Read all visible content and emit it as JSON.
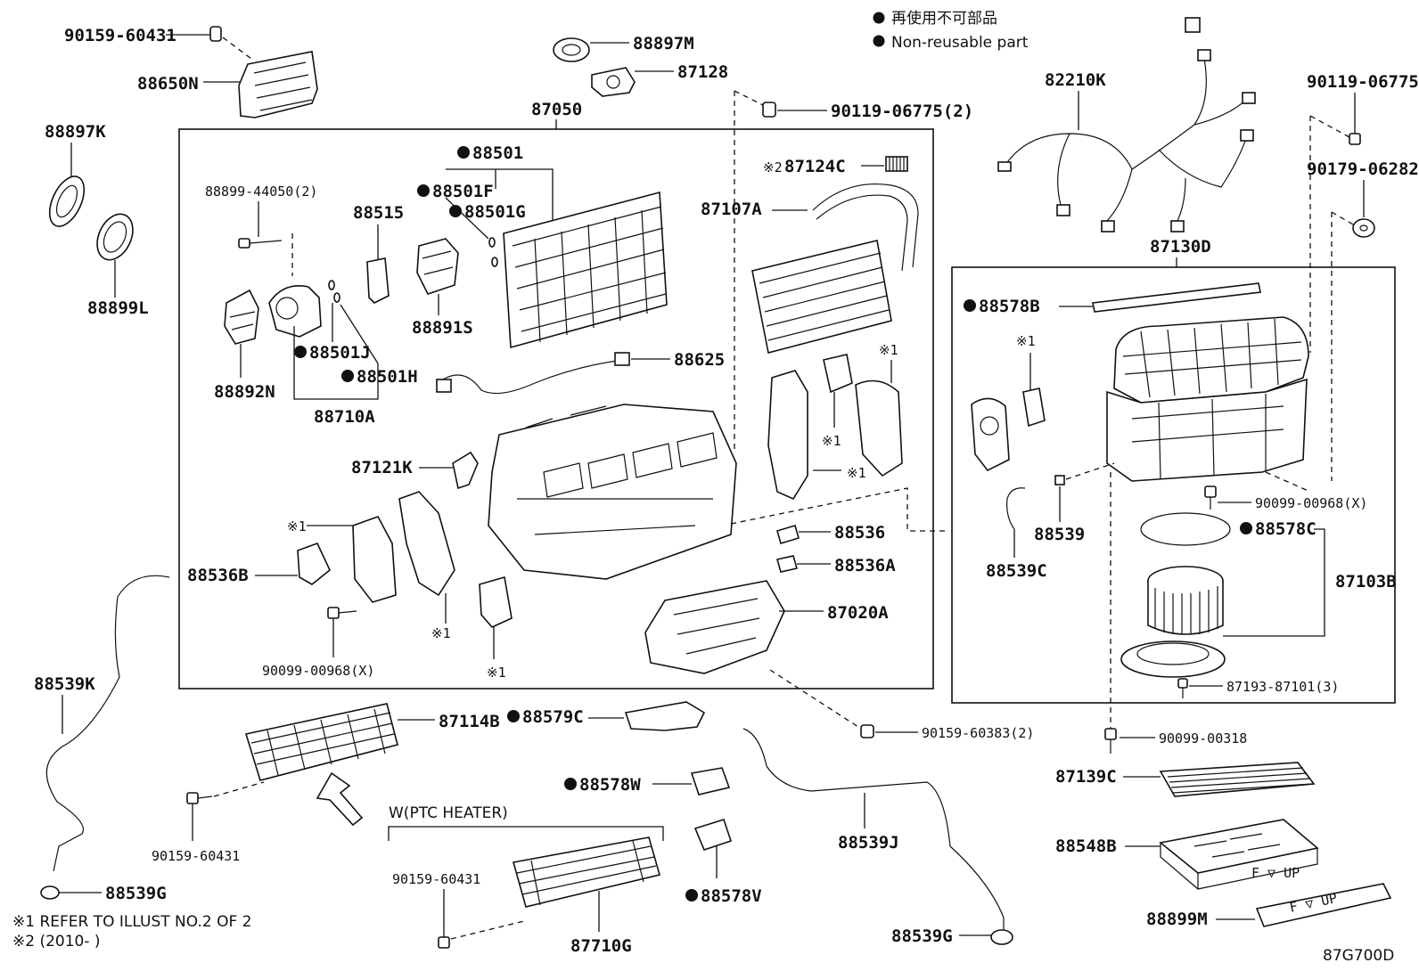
{
  "legend": {
    "jp": "再使用不可部品",
    "en": "Non-reusable part"
  },
  "labels": {
    "p90159_60431_top": "90159-60431",
    "p88650N": "88650N",
    "p88897K": "88897K",
    "p88899L": "88899L",
    "p88897M": "88897M",
    "p87128": "87128",
    "p87050": "87050",
    "p90119_06775_2": "90119-06775(2)",
    "p88501": "88501",
    "p88899_44050": "88899-44050(2)",
    "p88501F": "88501F",
    "p88515": "88515",
    "p88501G": "88501G",
    "p87124C": "87124C",
    "p87124C_mark": "※2",
    "p87107A": "87107A",
    "p88891S": "88891S",
    "p88892N": "88892N",
    "p88501J": "88501J",
    "p88501H": "88501H",
    "p88710A": "88710A",
    "p88625": "88625",
    "p87121K": "87121K",
    "p88536": "88536",
    "p88536A": "88536A",
    "p88536B": "88536B",
    "p87020A": "87020A",
    "p90099_00968_left": "90099-00968(X)",
    "p82210K": "82210K",
    "p90119_06775": "90119-06775",
    "p90179_06282": "90179-06282",
    "p87130D": "87130D",
    "p88578B": "88578B",
    "p90099_00968_right": "90099-00968(X)",
    "p88539": "88539",
    "p88578C": "88578C",
    "p88539C": "88539C",
    "p87103B": "87103B",
    "p87193_87101": "87193-87101(3)",
    "p90099_00318": "90099-00318",
    "p87139C": "87139C",
    "p88548B": "88548B",
    "p88899M": "88899M",
    "p88539K": "88539K",
    "p87114B": "87114B",
    "p88579C": "88579C",
    "p90159_60383": "90159-60383(2)",
    "p90159_60431_mid": "90159-60431",
    "p88578W": "88578W",
    "p88539J": "88539J",
    "p88539G_left": "88539G",
    "p88539G_right": "88539G",
    "p88578V": "88578V",
    "p90159_60431_low": "90159-60431",
    "p87710G": "87710G",
    "ptc_header": "W(PTC HEATER)",
    "ref1": "※1",
    "filter_text": "F ▽ UP"
  },
  "footnotes": {
    "note1": "※1 REFER TO ILLUST NO.2 OF 2",
    "note2": "※2 (2010-        )"
  },
  "figure_id": "87G700D"
}
